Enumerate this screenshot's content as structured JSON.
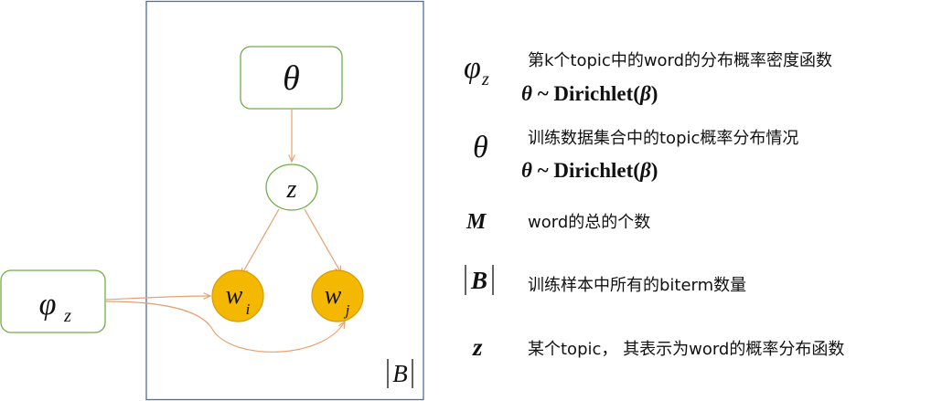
{
  "colors": {
    "plate_border": "#4a6fa5",
    "node_border": "#70ad47",
    "edge": "#e8a070",
    "observed_fill": "#f5b800",
    "observed_border": "#d89a00",
    "text": "#111111"
  },
  "diagram": {
    "plate_label": "B",
    "nodes": {
      "theta": {
        "symbol": "θ"
      },
      "z": {
        "symbol": "z"
      },
      "wi": {
        "symbol": "w",
        "subscript": "i"
      },
      "wj": {
        "symbol": "w",
        "subscript": "j"
      },
      "phi": {
        "symbol": "φ",
        "subscript": "z"
      }
    }
  },
  "legend": {
    "phi": {
      "symbol": "φ",
      "subscript": "z",
      "description": "第k个topic中的word的分布概率密度函数",
      "formula_lhs": "θ",
      "formula_mid": " ~ Dirichlet(",
      "formula_param": "β",
      "formula_end": ")"
    },
    "theta": {
      "symbol": "θ",
      "description": "训练数据集合中的topic概率分布情况",
      "formula_lhs": "θ",
      "formula_mid": " ~ Dirichlet(",
      "formula_param": "β",
      "formula_end": ")"
    },
    "M": {
      "symbol": "M",
      "description": "word的总的个数"
    },
    "B": {
      "symbol": "B",
      "description": "训练样本中所有的biterm数量"
    },
    "z": {
      "symbol": "z",
      "description": "某个topic， 其表示为word的概率分布函数"
    }
  }
}
